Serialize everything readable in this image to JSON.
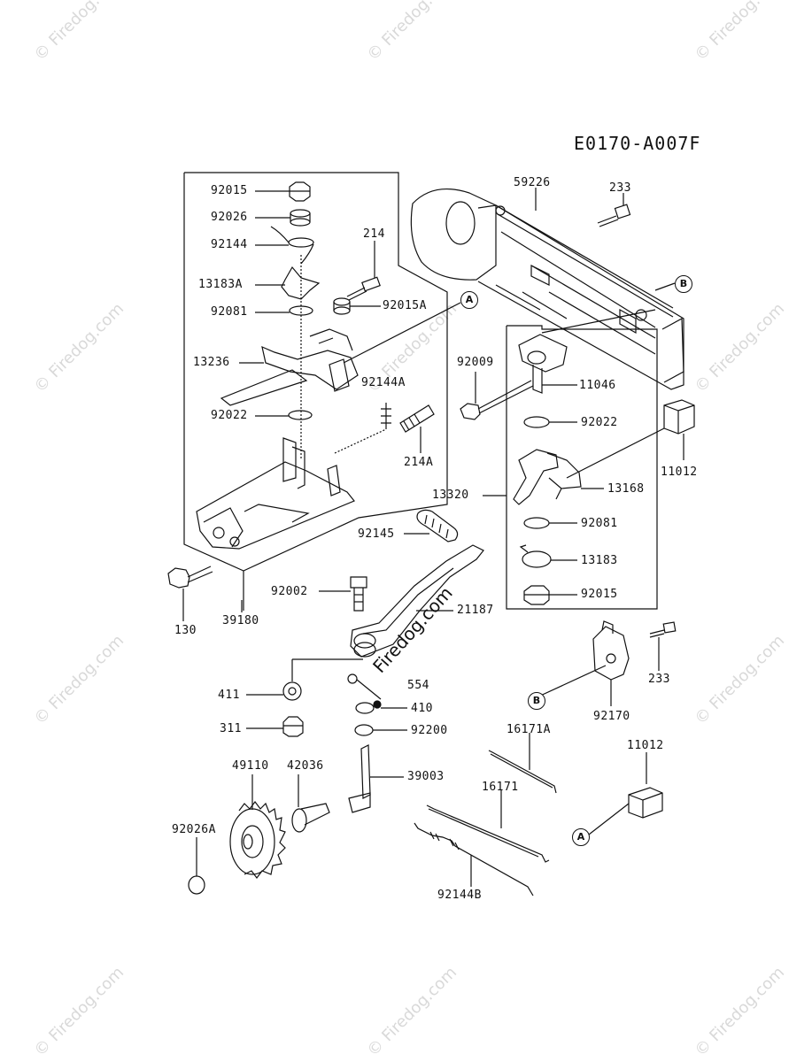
{
  "diagram_code": "E0170-A007F",
  "watermark": "© Firedog.com",
  "center_watermark": "Firedog.com",
  "callouts": {
    "a": "A",
    "b": "B"
  },
  "parts": {
    "p92015": "92015",
    "p92026": "92026",
    "p92144": "92144",
    "p214": "214",
    "p13183A": "13183A",
    "p92081": "92081",
    "p92015A": "92015A",
    "p13236": "13236",
    "p92144A": "92144A",
    "p92022": "92022",
    "p214A": "214A",
    "p130": "130",
    "p39180": "39180",
    "p59226": "59226",
    "p233": "233",
    "p92009": "92009",
    "p11046": "11046",
    "p92022b": "92022",
    "p11012": "11012",
    "p13320": "13320",
    "p13168": "13168",
    "p92081b": "92081",
    "p13183": "13183",
    "p92015b": "92015",
    "p92145": "92145",
    "p92002": "92002",
    "p21187": "21187",
    "p411": "411",
    "p554": "554",
    "p410": "410",
    "p311": "311",
    "p92200": "92200",
    "p49110": "49110",
    "p42036": "42036",
    "p39003": "39003",
    "p92026A": "92026A",
    "p16171A": "16171A",
    "p16171": "16171",
    "p92144B": "92144B",
    "p233b": "233",
    "p92170": "92170",
    "p11012b": "11012"
  }
}
